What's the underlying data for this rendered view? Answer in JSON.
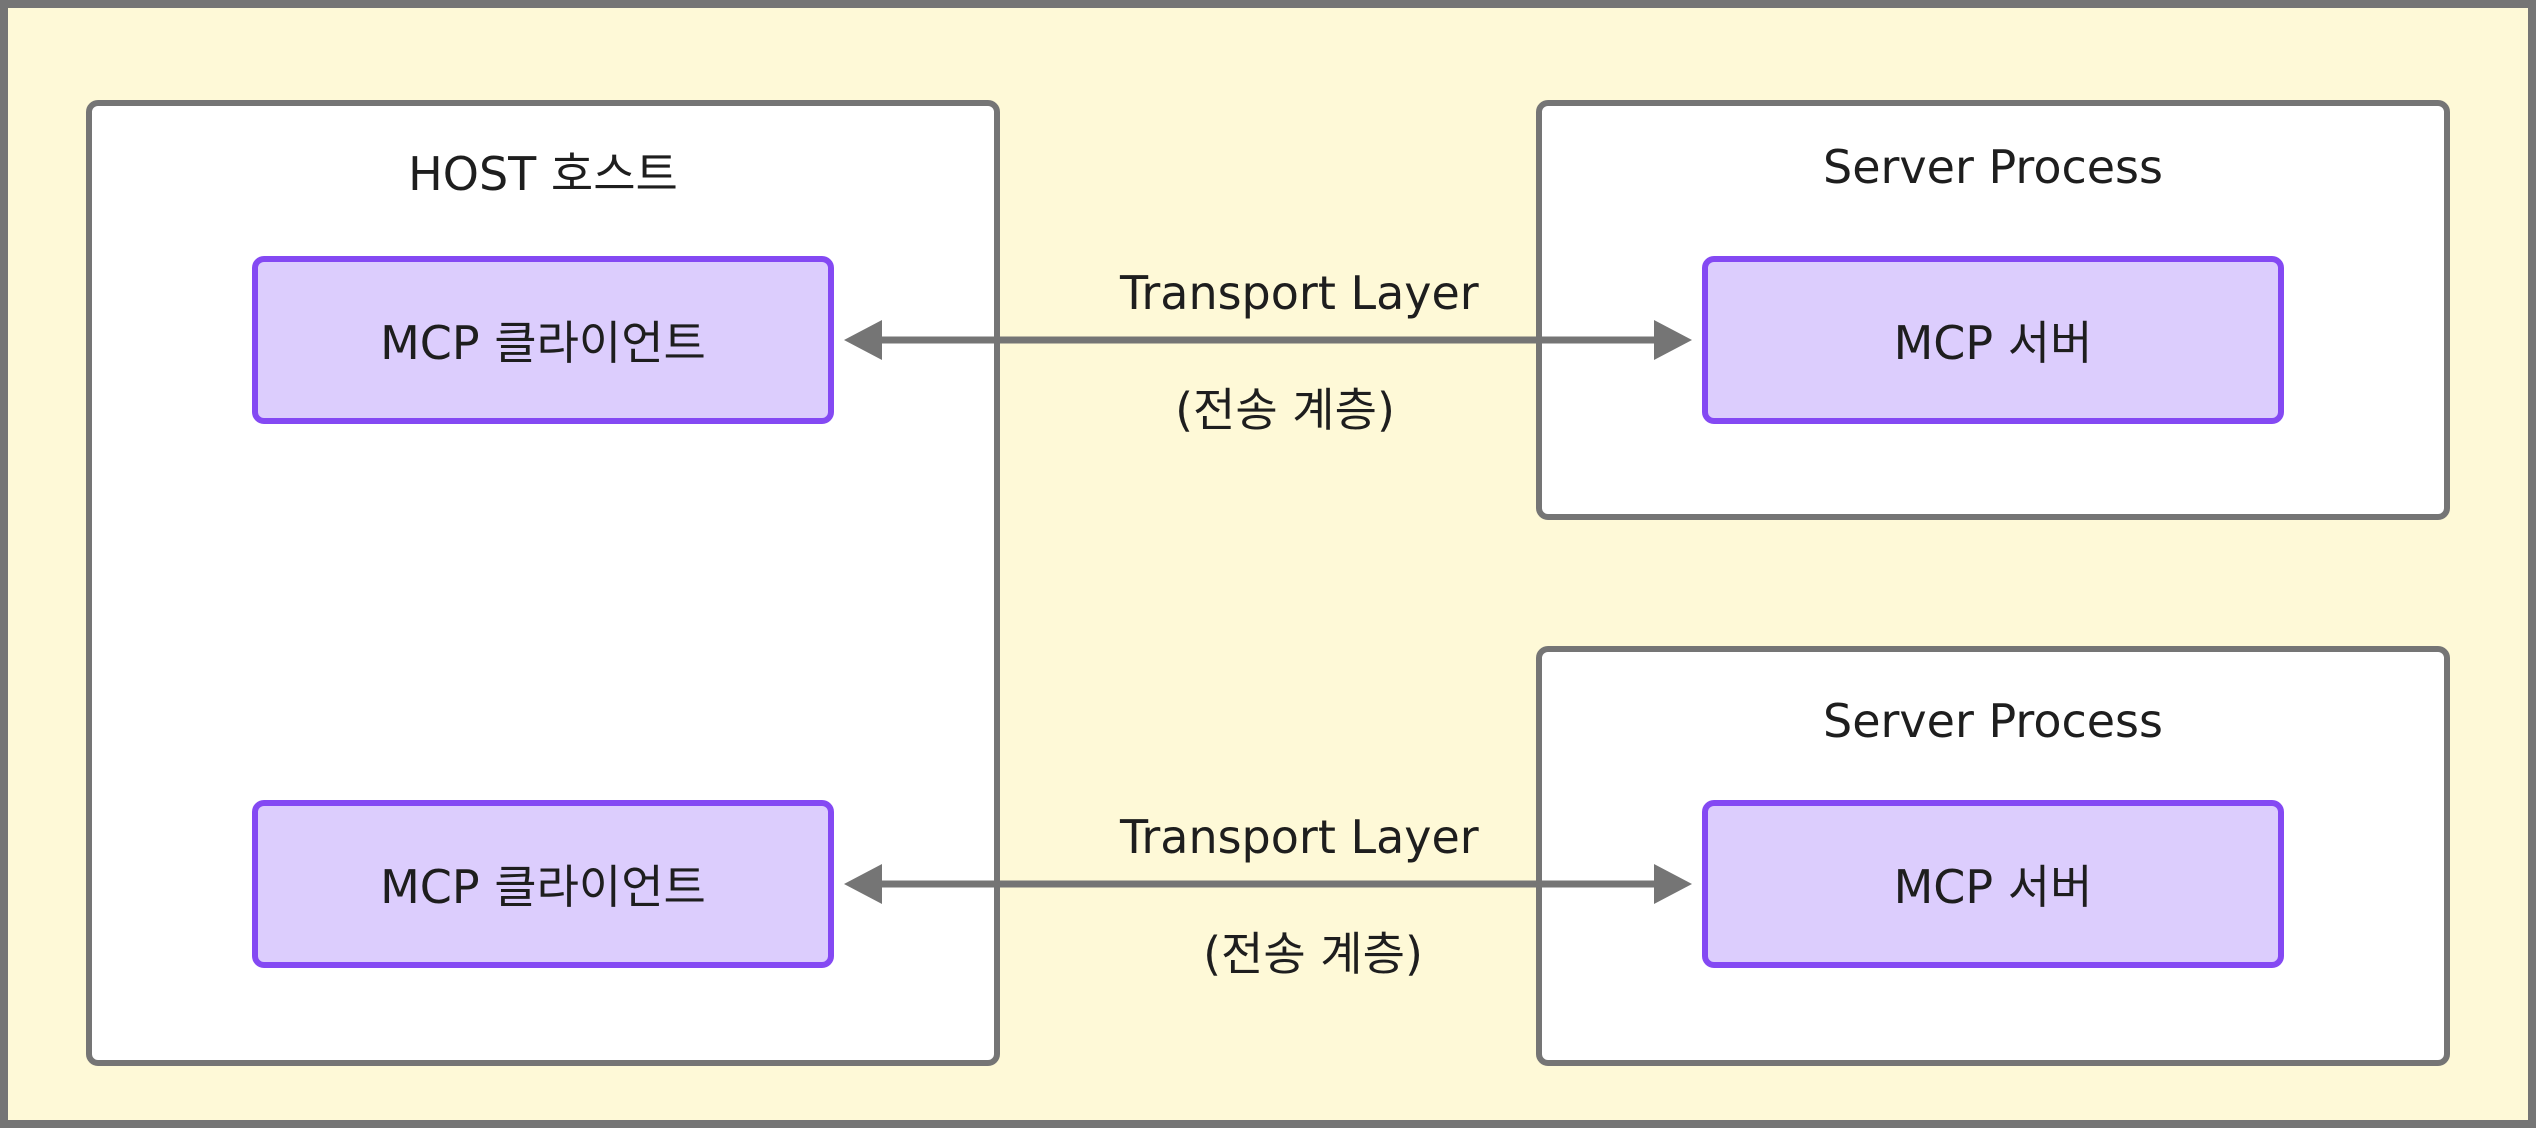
{
  "host": {
    "title": "HOST 호스트",
    "clients": [
      {
        "label": "MCP 클라이언트"
      },
      {
        "label": "MCP 클라이언트"
      }
    ]
  },
  "servers": [
    {
      "title": "Server Process",
      "server_label": "MCP 서버"
    },
    {
      "title": "Server Process",
      "server_label": "MCP 서버"
    }
  ],
  "connections": [
    {
      "label": "Transport Layer",
      "sublabel": "(전송 계층)"
    },
    {
      "label": "Transport Layer",
      "sublabel": "(전송 계층)"
    }
  ],
  "colors": {
    "background": "#fef9d7",
    "frame": "#757575",
    "container_fill": "#ffffff",
    "component_fill": "#dccdfd",
    "component_border": "#8449f3",
    "text": "#1e1e1e"
  }
}
